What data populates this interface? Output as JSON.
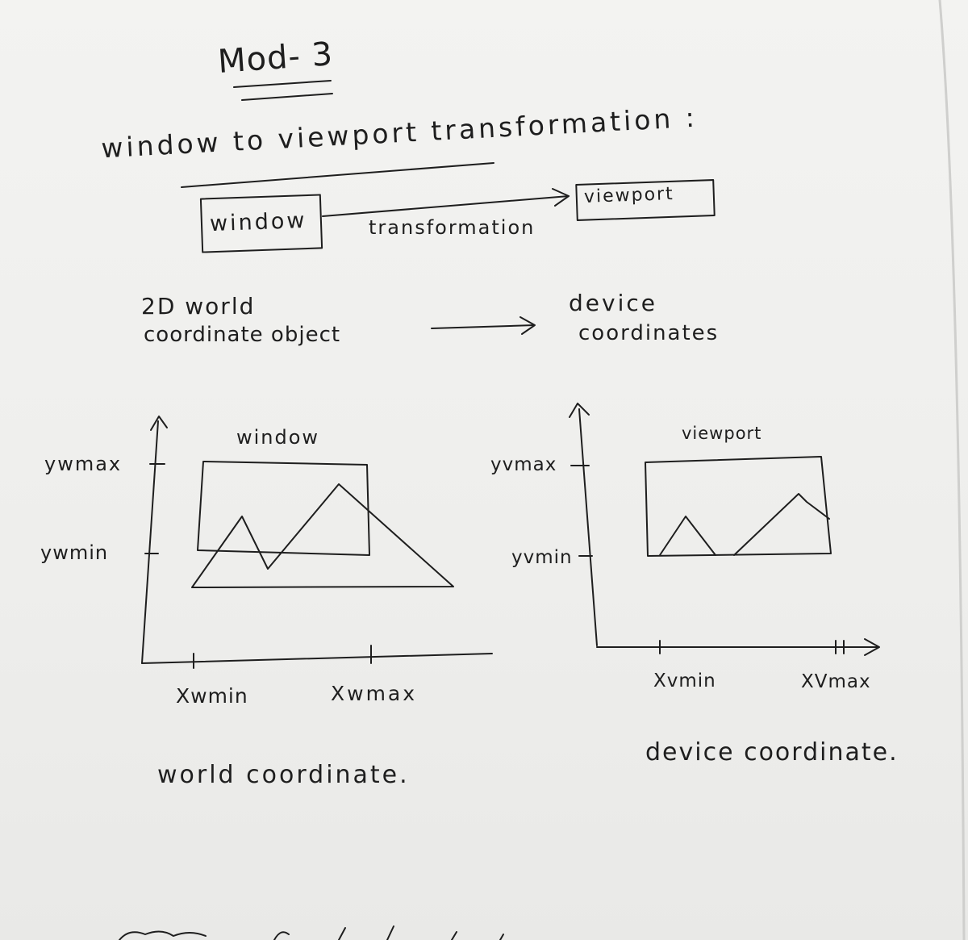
{
  "heading": "Mod- 3",
  "topic": "window to viewport transformation :",
  "flow": {
    "window_box": "window",
    "viewport_box": "viewport",
    "arrow_label": "transformation"
  },
  "mapping": {
    "source_line1": "2D world",
    "source_line2": "coordinate object",
    "target_line1": "device",
    "target_line2": "coordinates"
  },
  "world_diagram": {
    "region_label": "window",
    "y_max": "ywmax",
    "y_min": "ywmin",
    "x_min": "Xwmin",
    "x_max": "Xwmax",
    "caption": "world coordinate."
  },
  "device_diagram": {
    "region_label": "viewport",
    "y_max": "yvmax",
    "y_min": "yvmin",
    "x_min": "Xvmin",
    "x_max": "XVmax",
    "caption": "device coordinate."
  },
  "colors": {
    "paper": "#f1f1ef",
    "ink": "#1e1e1e"
  }
}
